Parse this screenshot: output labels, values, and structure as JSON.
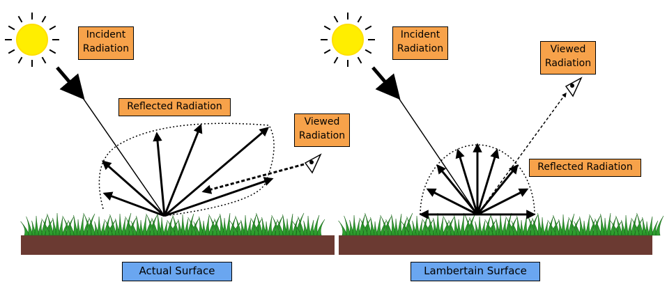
{
  "colors": {
    "label_bg": "#f7a24a",
    "caption_bg": "#6aa6f0",
    "soil": "#6b3a32",
    "grass": "#2f9e2f",
    "sun": "#ffee00"
  },
  "icons": [
    "sun-icon",
    "eye-icon",
    "grass-icon"
  ],
  "left_panel": {
    "incident_label": "Incident\nRadiation",
    "reflected_label": "Reflected Radiation",
    "viewed_label": "Viewed\nRadiation",
    "caption": "Actual Surface"
  },
  "right_panel": {
    "incident_label": "Incident\nRadiation",
    "reflected_label": "Reflected Radiation",
    "viewed_label": "Viewed\nRadiation",
    "caption": "Lambertain Surface"
  }
}
